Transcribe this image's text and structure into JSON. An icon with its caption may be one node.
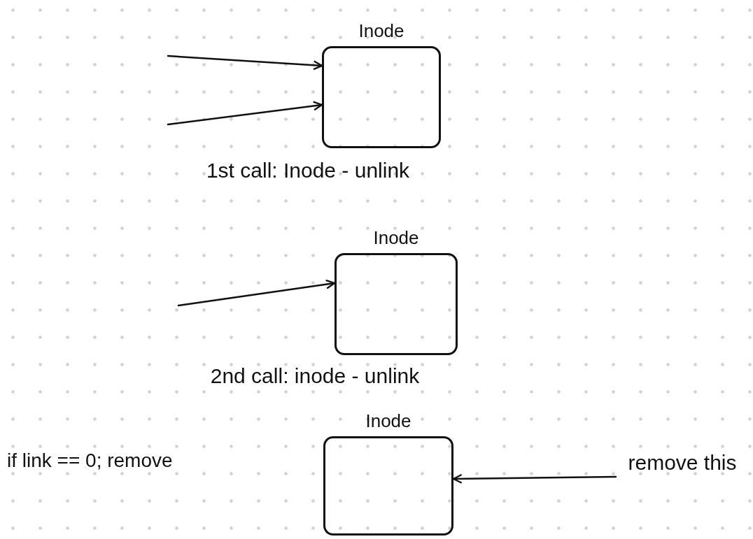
{
  "diagram": {
    "nodes": [
      {
        "text": [
          "Inode"
        ],
        "beside": [
          "1st call: Inode - unlink"
        ]
      },
      {
        "text": [
          "Inode"
        ],
        "beside": [
          "2nd call: inode - unlink"
        ]
      },
      {
        "text": [
          "Inode"
        ]
      },
      {
        "text": [
          "remove this"
        ]
      }
    ],
    "edges": [
      {
        "from": null,
        "to": 0,
        "arrow": "to"
      },
      {
        "from": null,
        "to": 0,
        "arrow": "to"
      },
      {
        "from": null,
        "to": 1,
        "arrow": "to"
      },
      {
        "from": 3,
        "to": 2,
        "arrow": "to"
      }
    ],
    "labels": [
      "if link == 0; remove"
    ]
  }
}
